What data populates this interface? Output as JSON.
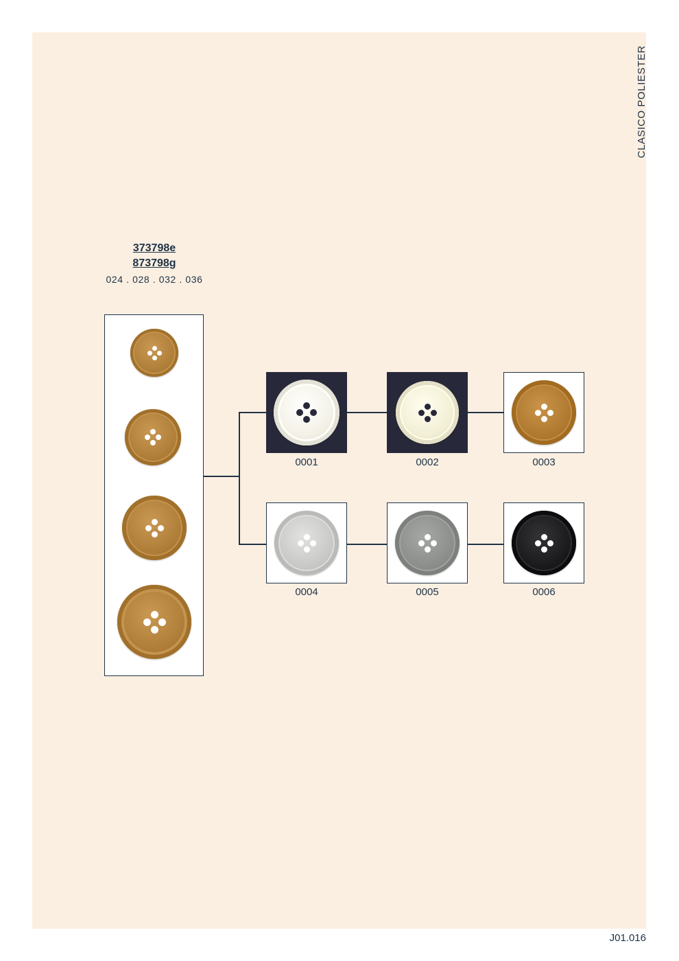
{
  "sidebar": {
    "title": "CLASICO POLIESTER"
  },
  "references": {
    "codes": [
      "373798e",
      "873798g"
    ],
    "sizes": "024 . 028 . 032 . 036"
  },
  "size_buttons": [
    {
      "size": "024",
      "color": "#b07f3a",
      "hole_color": "#ffffff"
    },
    {
      "size": "028",
      "color": "#b07f3a",
      "hole_color": "#ffffff"
    },
    {
      "size": "032",
      "color": "#b07f3a",
      "hole_color": "#ffffff"
    },
    {
      "size": "036",
      "color": "#b07f3a",
      "hole_color": "#ffffff"
    }
  ],
  "colors": [
    {
      "code": "0001",
      "button_color": "#f3f1e6",
      "hole_color": "#27293a",
      "dark_bg": true
    },
    {
      "code": "0002",
      "button_color": "#f3efd6",
      "hole_color": "#27293a",
      "dark_bg": true
    },
    {
      "code": "0003",
      "button_color": "#b07a30",
      "hole_color": "#ffffff",
      "dark_bg": false
    },
    {
      "code": "0004",
      "button_color": "#c9c9c7",
      "hole_color": "#ffffff",
      "dark_bg": false
    },
    {
      "code": "0005",
      "button_color": "#8c8f8c",
      "hole_color": "#ffffff",
      "dark_bg": false
    },
    {
      "code": "0006",
      "button_color": "#1b1b1d",
      "hole_color": "#ffffff",
      "dark_bg": false
    }
  ],
  "footer": {
    "page": "J01.016"
  }
}
